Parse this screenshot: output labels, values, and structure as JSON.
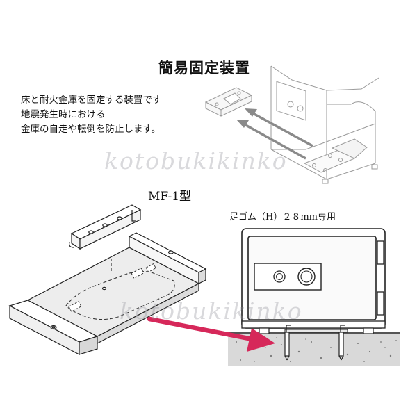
{
  "title": "簡易固定装置",
  "description": [
    "床と耐火金庫を固定する装置です",
    "地震発生時における",
    "金庫の自走や転倒を防止します。"
  ],
  "model": "MF-1型",
  "foot_note": "足ゴム（H）２８mm専用",
  "watermark": "kotobukikinko",
  "colors": {
    "arrow": "#d6285a",
    "line": "#222222",
    "faint_line": "#9a9a9a",
    "concrete": "#dcdcdc",
    "panel": "#f2f2f2"
  }
}
